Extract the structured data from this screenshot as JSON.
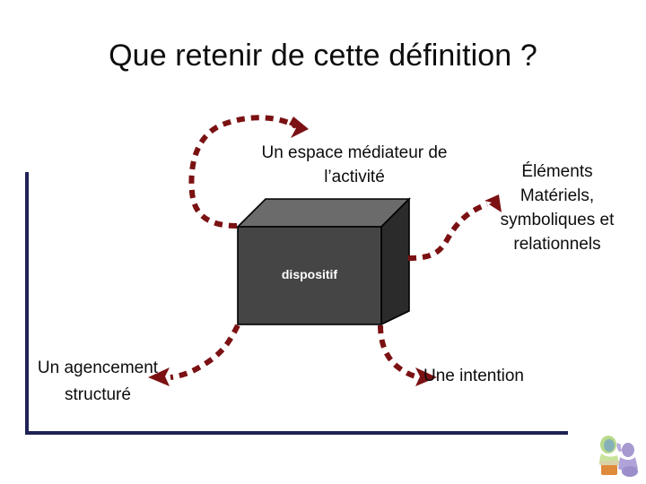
{
  "slide": {
    "title": "Que retenir de cette définition ?",
    "background_color": "#ffffff",
    "frame_color": "#1f2256",
    "arrow_color": "#7b1113"
  },
  "diagram": {
    "center_shape": {
      "kind": "3d-cube",
      "label": "dispositif",
      "label_color": "#ffffff",
      "front_face_color": "#454545",
      "top_face_color": "#6b6b6b",
      "side_face_color": "#2b2b2b",
      "outline_color": "#000000"
    },
    "callouts": [
      {
        "name": "top",
        "text": "Un espace médiateur de l’activité",
        "lines": [
          "Un espace médiateur de",
          "l’activité"
        ],
        "arrow": "curved-dashed-arrow-up-left"
      },
      {
        "name": "right",
        "text": "Éléments Matériels, symboliques et relationnels",
        "lines": [
          "Éléments",
          "Matériels,",
          "symboliques et",
          "relationnels"
        ],
        "arrow": "curved-dashed-arrow-right"
      },
      {
        "name": "bottom-left",
        "text": "Un agencement structuré",
        "lines": [
          "Un agencement",
          "structuré"
        ],
        "arrow": "curved-dashed-arrow-left"
      },
      {
        "name": "bottom-right",
        "text": "Une intention",
        "lines": [
          "Une intention"
        ],
        "arrow": "curved-dashed-arrow-down-right"
      }
    ]
  },
  "decoration": {
    "clipart_name": "people-at-table-clipart"
  }
}
